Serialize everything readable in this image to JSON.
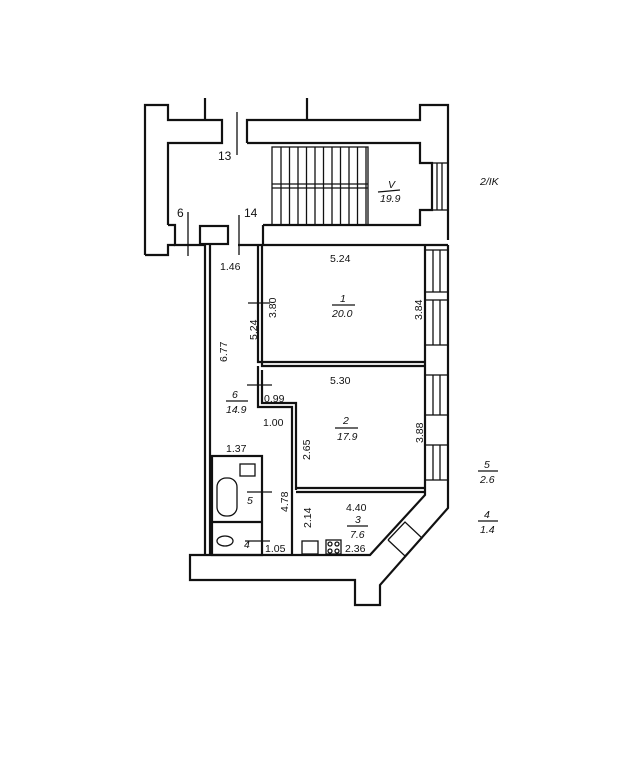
{
  "sheet_label": "2/IK",
  "stairwell": {
    "number": "V",
    "area": "19.9"
  },
  "door_marks": [
    "13",
    "6",
    "14"
  ],
  "rooms": [
    {
      "number": "1",
      "area": "20.0",
      "width": "5.24",
      "length": "3.80",
      "length_right": "3.84"
    },
    {
      "number": "2",
      "area": "17.9",
      "width": "5.30",
      "length": "2.65",
      "length_right": "3.88",
      "notch_w": "0.99",
      "notch_h": "1.00"
    },
    {
      "number": "3",
      "area": "7.6",
      "width": "4.40",
      "length": "2.14",
      "bottom": "2.36"
    },
    {
      "number": "4",
      "area": "1.4",
      "width": "1.05"
    },
    {
      "number": "5",
      "area": "2.6",
      "width": "1.37"
    },
    {
      "number": "6",
      "area": "14.9",
      "width": "1.46",
      "length": "6.77",
      "length_inner": "5.24",
      "length_lower": "4.78"
    }
  ]
}
